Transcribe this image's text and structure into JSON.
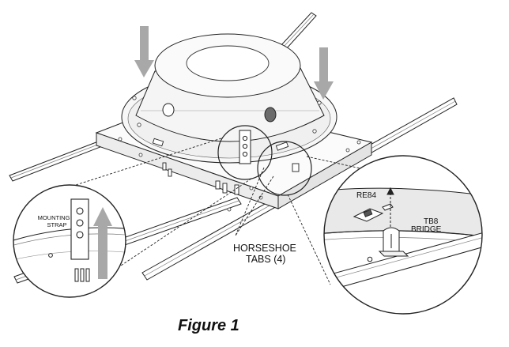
{
  "labels": {
    "mounting_strap_line1": "MOUNTING",
    "mounting_strap_line2": "STRAP",
    "horseshoe_line1": "HORSESHOE",
    "horseshoe_line2": "TABS (4)",
    "re84": "RE84",
    "tb8_line1": "TB8",
    "tb8_line2": "BRIDGE"
  },
  "caption": "Figure 1"
}
